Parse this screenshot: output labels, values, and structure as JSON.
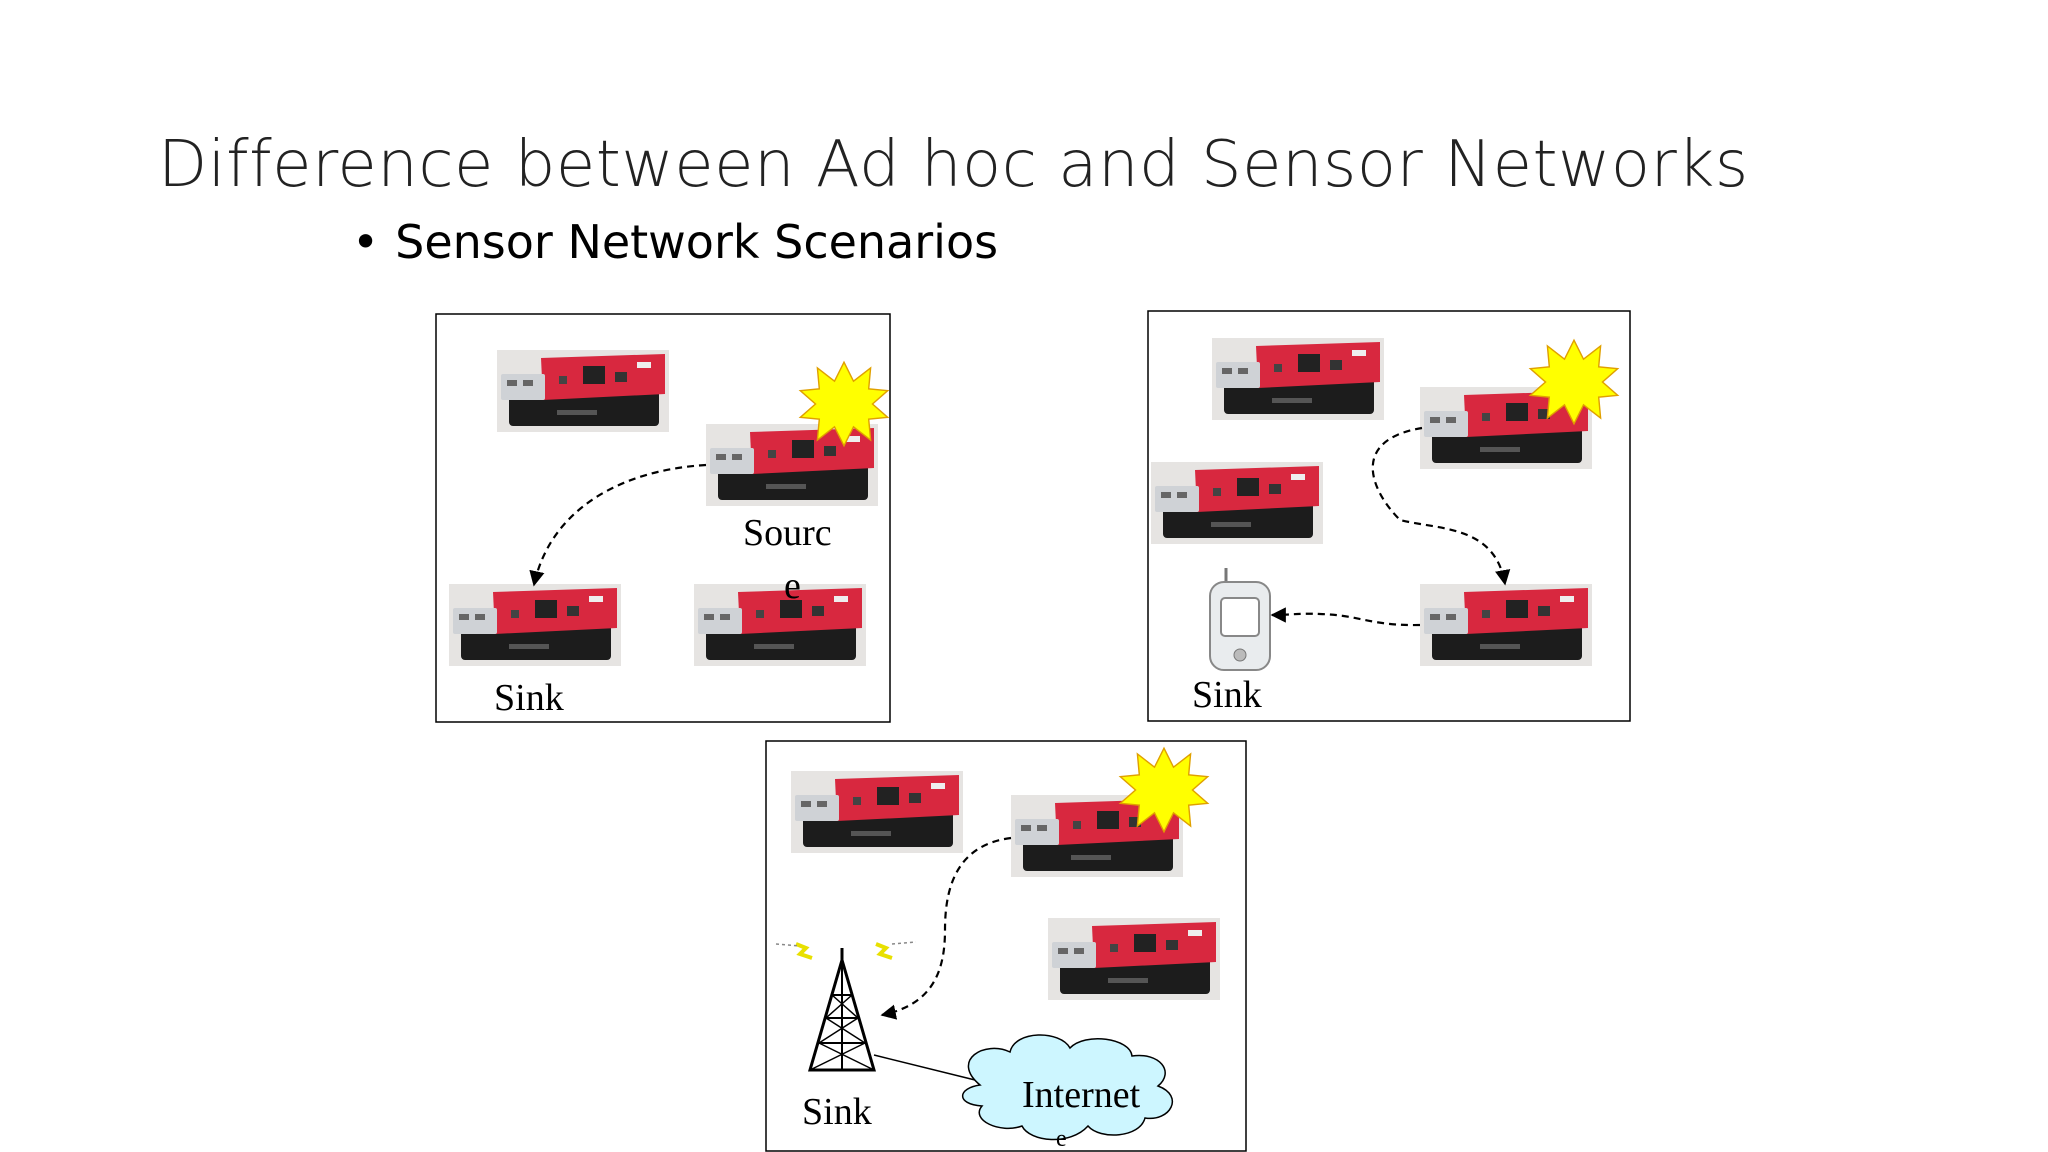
{
  "slide": {
    "title": "Difference between Ad hoc and Sensor Networks",
    "bullet": "Sensor Network Scenarios"
  },
  "scenarios": [
    {
      "labels": {
        "source_line1": "Sourc",
        "source_line2": "e",
        "sink": "Sink"
      }
    },
    {
      "labels": {
        "sink": "Sink"
      }
    },
    {
      "labels": {
        "sink": "Sink",
        "cloud": "Internet",
        "cloud_mark": "e"
      }
    }
  ],
  "colors": {
    "board": "#d8283f",
    "battery": "#1c1c1c",
    "event_star": "#ffff00",
    "cloud": "#cdf6ff",
    "frame": "#000000"
  },
  "icons": [
    "sensor-node-icon",
    "event-star-icon",
    "pda-sink-icon",
    "antenna-tower-icon",
    "internet-cloud-icon"
  ]
}
